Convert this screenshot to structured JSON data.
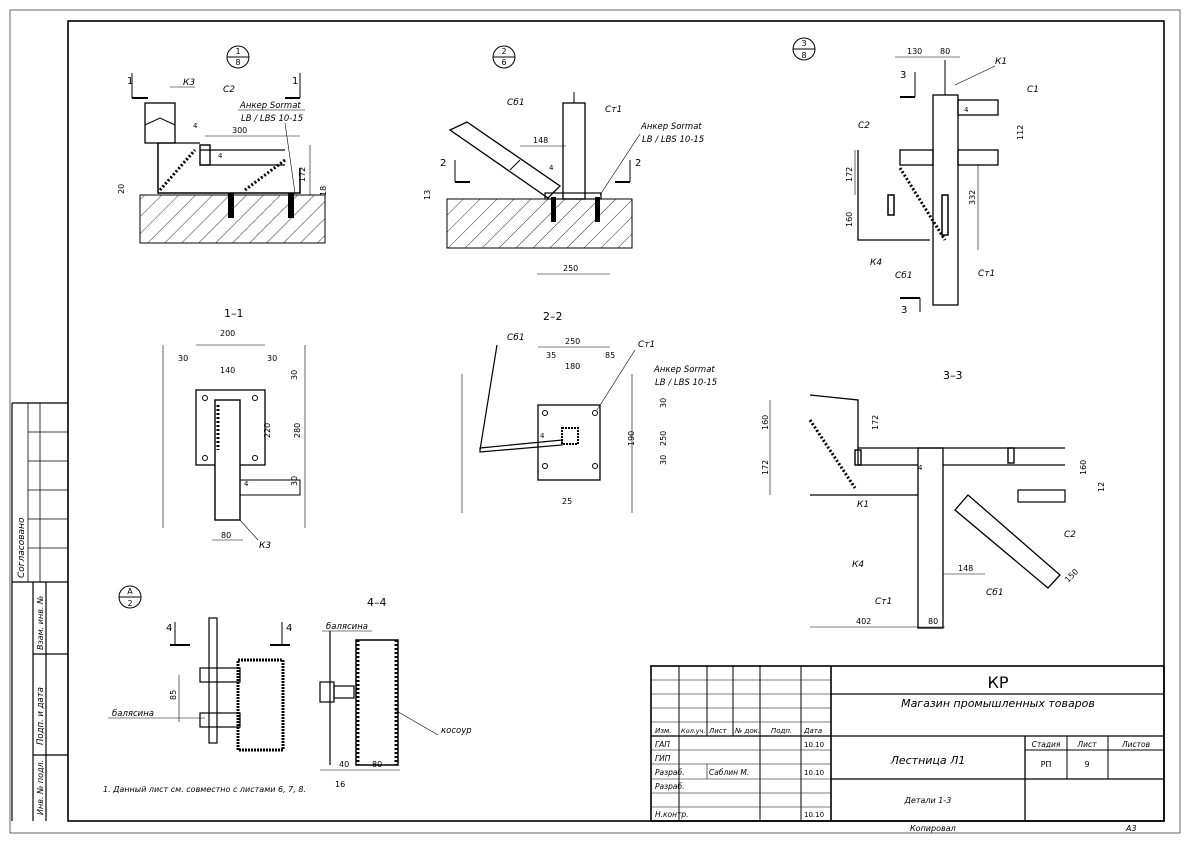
{
  "details": {
    "d1": {
      "num": "1",
      "sheet": "8",
      "cut": "1",
      "k3": "К3",
      "c2": "С2",
      "anchor1": "Анкер Sormat",
      "anchor2": "LB / LBS 10-15",
      "dim300": "300",
      "dim172": "172",
      "dim20": "20",
      "dim18": "18",
      "w4a": "4",
      "w4b": "4"
    },
    "d2": {
      "num": "2",
      "sheet": "6",
      "cut": "2",
      "sb1": "Сб1",
      "st1": "Ст1",
      "anchor1": "Анкер Sormat",
      "anchor2": "LB / LBS 10-15",
      "dim148": "148",
      "dim13": "13",
      "dim250": "250",
      "w4": "4"
    },
    "d3": {
      "num": "3",
      "sheet": "8",
      "cut": "3",
      "dim130": "130",
      "dim80": "80",
      "k1": "К1",
      "c1": "С1",
      "c2": "С2",
      "dim112": "112",
      "dim172": "172",
      "dim332": "332",
      "dim160": "160",
      "k4": "К4",
      "sb1": "Сб1",
      "st1": "Ст1",
      "w4": "4"
    }
  },
  "sections": {
    "s11": {
      "title": "1–1",
      "dim200": "200",
      "dim30a": "30",
      "dim30b": "30",
      "dim140": "140",
      "dim30c": "30",
      "dim220": "220",
      "dim280": "280",
      "dim30d": "30",
      "dim80": "80",
      "k3": "К3",
      "w4": "4"
    },
    "s22": {
      "title": "2–2",
      "sb1": "Сб1",
      "st1": "Ст1",
      "dim250": "250",
      "dim35": "35",
      "dim180": "180",
      "dim85": "85",
      "anchor1": "Анкер Sormat",
      "anchor2": "LB / LBS 10-15",
      "dim30a": "30",
      "dim190": "190",
      "dim250v": "250",
      "dim30b": "30",
      "dim25": "25",
      "w4": "4"
    },
    "s33": {
      "title": "3–3",
      "dim160": "160",
      "dim172a": "172",
      "dim172b": "172",
      "dim160b": "160",
      "dim12": "12",
      "k1": "К1",
      "c2": "С2",
      "k4": "К4",
      "dim148": "148",
      "dim150": "150",
      "st1": "Ст1",
      "sb1": "Сб1",
      "dim402": "402",
      "dim80": "80",
      "w4": "4"
    },
    "sA": {
      "num": "А",
      "sheet": "2",
      "cut": "4",
      "dim85": "85",
      "baluster": "балясина"
    },
    "s44": {
      "title": "4–4",
      "baluster": "балясина",
      "kosour": "косоур",
      "dim40": "40",
      "dim80": "80",
      "dim16": "16"
    }
  },
  "note": "1. Данный лист см. совместно с листами 6, 7, 8.",
  "side_stamp": {
    "agreed": "Согласовано",
    "inv_repl": "Взам. инв. №",
    "sign_date": "Подп. и дата",
    "inv_orig": "Инв. № подл."
  },
  "title_block": {
    "code": "КР",
    "project": "Магазин промышленных товаров",
    "sheet_name": "Лестница Л1",
    "drawing": "Детали 1-3",
    "headers": [
      "Изм.",
      "Кол.уч.",
      "Лист",
      "№ док.",
      "Подп.",
      "Дата"
    ],
    "rows": [
      {
        "role": "ГАП",
        "name": "",
        "date": "10.10"
      },
      {
        "role": "ГИП",
        "name": "",
        "date": ""
      },
      {
        "role": "Разраб.",
        "name": "Саблин М.",
        "date": "10.10"
      },
      {
        "role": "Разраб.",
        "name": "",
        "date": ""
      },
      {
        "role": "Н.контр.",
        "name": "",
        "date": "10.10"
      }
    ],
    "stage_label": "Стадия",
    "sheet_label": "Лист",
    "sheets_label": "Листов",
    "stage": "РП",
    "sheet_num": "9",
    "copied": "Копировал",
    "format": "А3"
  },
  "colors": {
    "ink": "#000000",
    "paper": "#ffffff",
    "hatch": "#000000"
  }
}
